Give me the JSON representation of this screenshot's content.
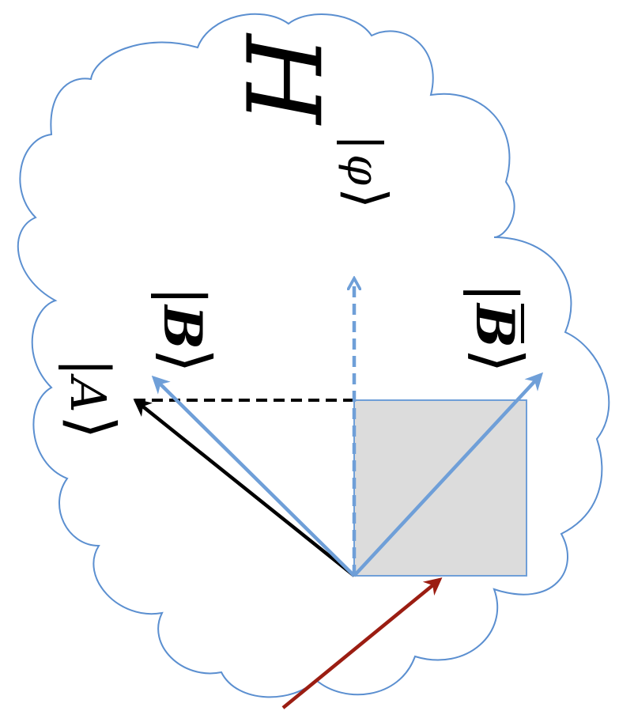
{
  "space_symbol": "H",
  "kets": {
    "phi": "φ",
    "A": "A",
    "B": "B",
    "B_bar": "B"
  },
  "colors": {
    "cloud_stroke": "#5b8fd0",
    "vector_blue": "#6f9fd8",
    "vector_black": "#000000",
    "vector_red": "#9b1d12",
    "square_fill": "#dcdcdc",
    "square_stroke": "#6f9fd8"
  }
}
